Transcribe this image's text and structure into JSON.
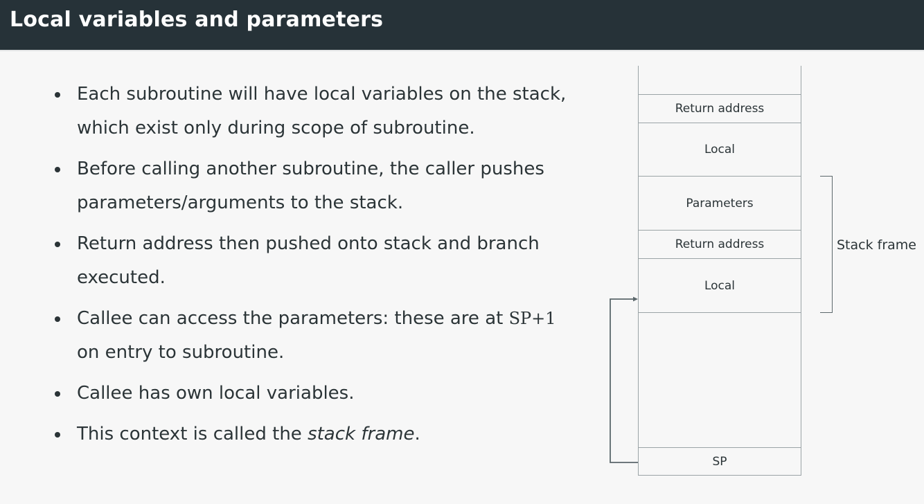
{
  "slide": {
    "title": "Local variables and parameters",
    "title_bar_color": "#263238",
    "background_color": "#f7f7f7",
    "text_color": "#2b3437"
  },
  "bullets": [
    {
      "text": "Each subroutine will have local variables on the stack, which exist only during scope of subroutine."
    },
    {
      "text": "Before calling another subroutine, the caller pushes parameters/arguments to the stack."
    },
    {
      "text": "Return address then pushed onto stack and branch executed."
    },
    {
      "text_before": "Callee can access the parameters: these are at ",
      "mono": "SP+1",
      "text_after": " on entry to subroutine."
    },
    {
      "text": "Callee has own local variables."
    },
    {
      "text_before": "This context is called the ",
      "italic": "stack frame",
      "text_after": "."
    }
  ],
  "diagram": {
    "frame_label": "Stack frame",
    "border_color": "#9aa3a6",
    "arrow_color": "#5b676b",
    "cells": [
      {
        "label": "",
        "height": 42,
        "open_top": true
      },
      {
        "label": "Return address",
        "height": 41,
        "open_top": false
      },
      {
        "label": "Local",
        "height": 77,
        "open_top": false
      },
      {
        "label": "Parameters",
        "height": 78,
        "open_top": false
      },
      {
        "label": "Return address",
        "height": 41,
        "open_top": false
      },
      {
        "label": "Local",
        "height": 78,
        "open_top": false
      },
      {
        "label": "",
        "height": 195,
        "open_top": false
      },
      {
        "label": "SP",
        "height": 40,
        "open_top": false
      }
    ]
  }
}
